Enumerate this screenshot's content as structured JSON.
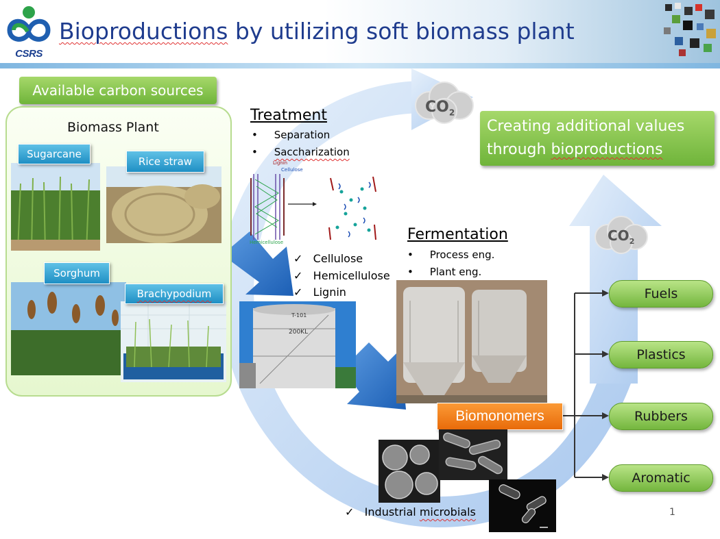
{
  "header": {
    "logo_text": "CSRS",
    "title_part1": "Bioproductions",
    "title_part2": " by utilizing soft biomass plant"
  },
  "sources": {
    "label": "Available carbon sources",
    "box_title": "Biomass Plant",
    "plants": [
      "Sugarcane",
      "Rice straw",
      "Sorghum",
      "Brachypodium"
    ]
  },
  "treatment": {
    "heading": "Treatment",
    "bullets": [
      "Separation",
      "Saccharization"
    ],
    "diagram_labels": [
      "Lignin",
      "Cellulose",
      "Hemicellulose"
    ],
    "checks": [
      "Cellulose",
      "Hemicellulose",
      "Lignin"
    ],
    "tank_label": "T-101",
    "tank_sub": "200KL"
  },
  "fermentation": {
    "heading": "Fermentation",
    "bullets": [
      "Process eng.",
      "Plant eng."
    ]
  },
  "co2_label": "CO",
  "co2_sub": "2",
  "creating": {
    "line1": "Creating additional values",
    "line2_prefix": "through ",
    "line2_word": "bioproductions"
  },
  "biomonomers": "Biomonomers",
  "products": [
    "Fuels",
    "Plastics",
    "Rubbers",
    "Aromatic"
  ],
  "microbials": {
    "check_word1": "Industrial",
    "check_word2": "microbials"
  },
  "page_number": "1"
}
